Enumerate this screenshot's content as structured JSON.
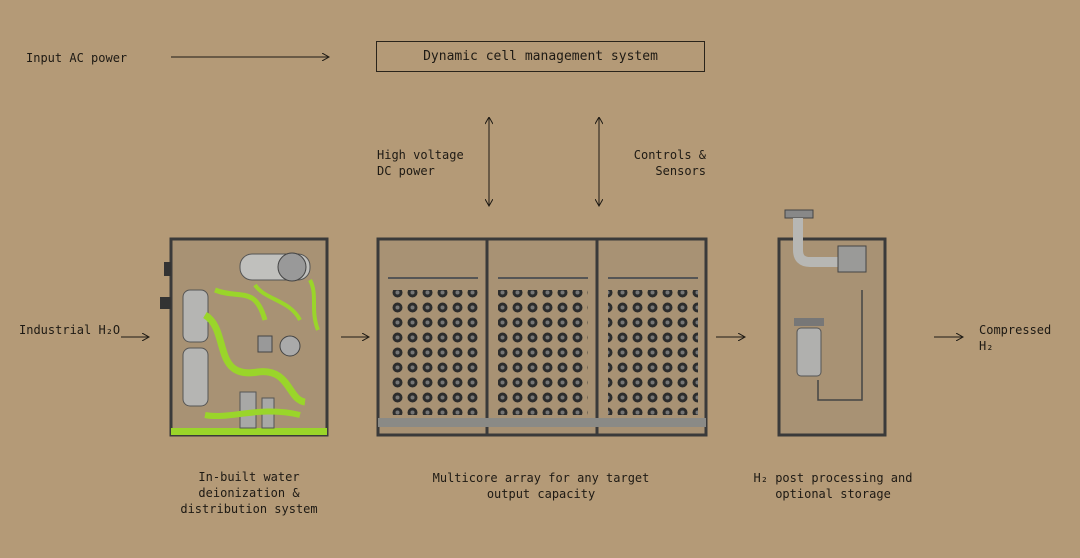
{
  "header_box": {
    "label": "Dynamic cell management system"
  },
  "inputs": {
    "ac_power": "Input AC power",
    "water": "Industrial H₂O"
  },
  "links": {
    "hv_dc": "High voltage\nDC power",
    "controls": "Controls &\nSensors"
  },
  "output": {
    "label": "Compressed\nH₂"
  },
  "modules": [
    {
      "caption": "In-built water\ndeionization &\ndistribution system"
    },
    {
      "caption": "Multicore array for any target\noutput capacity"
    },
    {
      "caption": "H₂ post processing and\noptional storage"
    }
  ],
  "colors": {
    "background": "#b49a77",
    "line": "#1e1a14",
    "pipe_green": "#9ad52a",
    "metal": "#8a8a86"
  }
}
